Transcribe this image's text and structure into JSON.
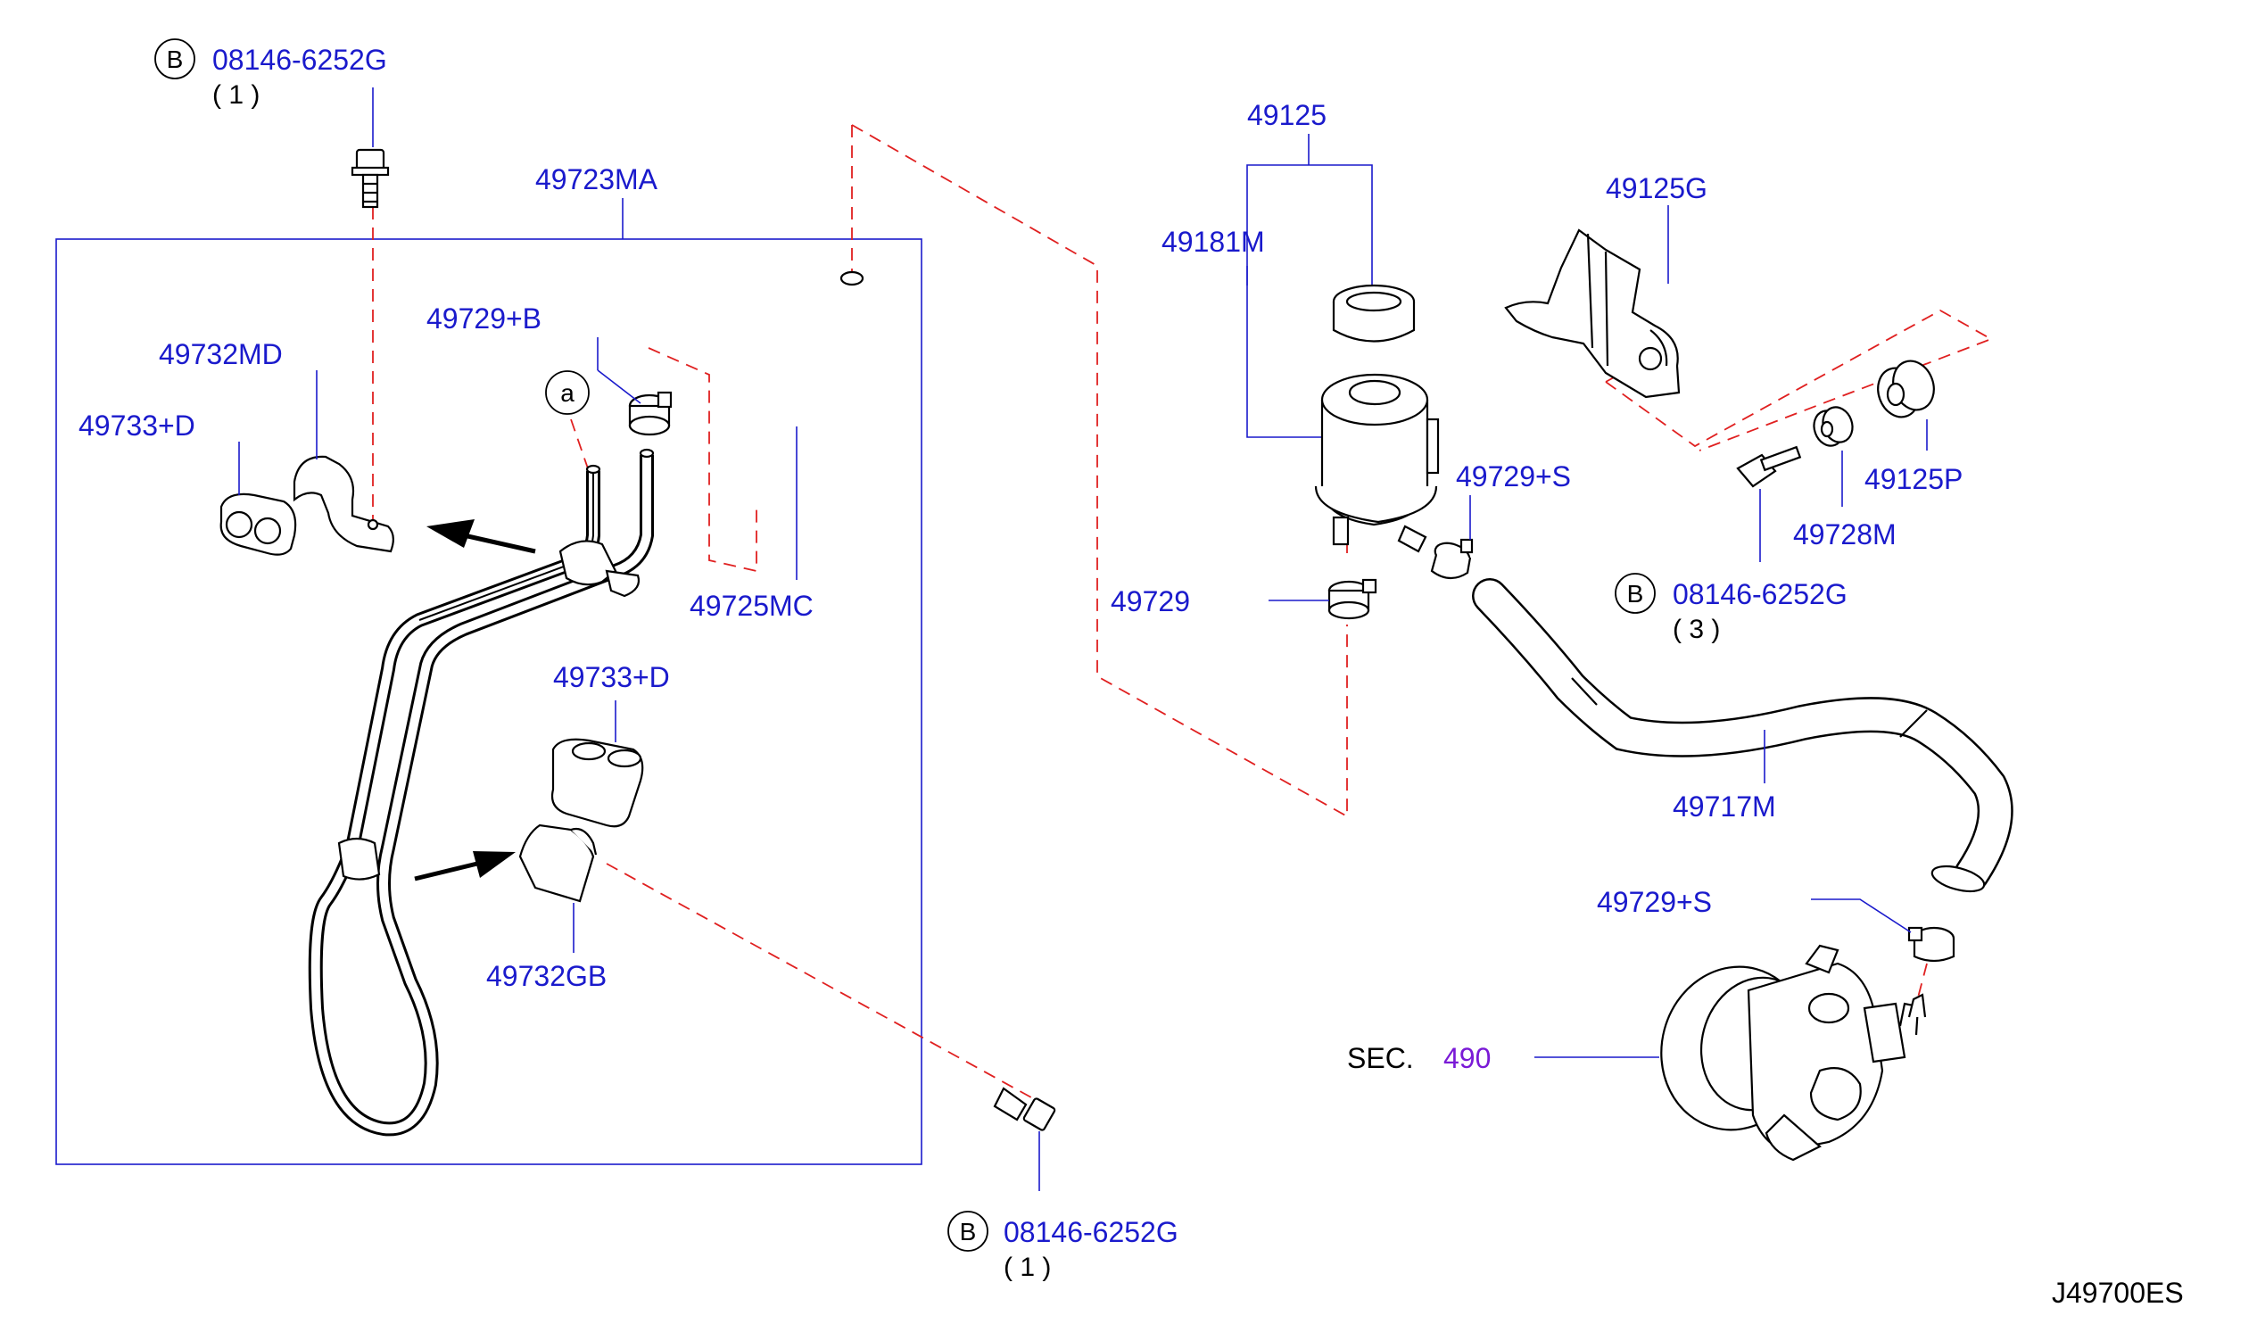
{
  "labels": {
    "bolt_top_left": "08146-6252G",
    "bolt_top_left_qty": "( 1 )",
    "tube_assembly": "49723MA",
    "clamp_b": "49729+B",
    "clip_md": "49732MD",
    "insulator_top": "49733+D",
    "hose_mc": "49725MC",
    "insulator_bottom": "49733+D",
    "clip_gb": "49732GB",
    "bolt_bottom": "08146-6252G",
    "bolt_bottom_qty": "( 1 )",
    "reservoir_assy": "49125",
    "cap": "49181M",
    "bracket": "49125G",
    "clamp_s_top": "49729+S",
    "clamp_plain": "49729",
    "grommet": "49125P",
    "collar": "49728M",
    "bolt_right": "08146-6252G",
    "bolt_right_qty": "( 3 )",
    "suction_hose": "49717M",
    "clamp_s_bottom": "49729+S",
    "section_prefix": "SEC.",
    "section_number": "490",
    "diagram_code": "J49700ES"
  },
  "badges": {
    "bolt_badge": "B",
    "ref_a": "a"
  },
  "colors": {
    "part_number_text": "#1a1acc",
    "leader_lines": "#1a1acc",
    "dashed_reference_lines": "#e02020",
    "section_number": "#7a1ad6",
    "part_outlines": "#000000"
  }
}
